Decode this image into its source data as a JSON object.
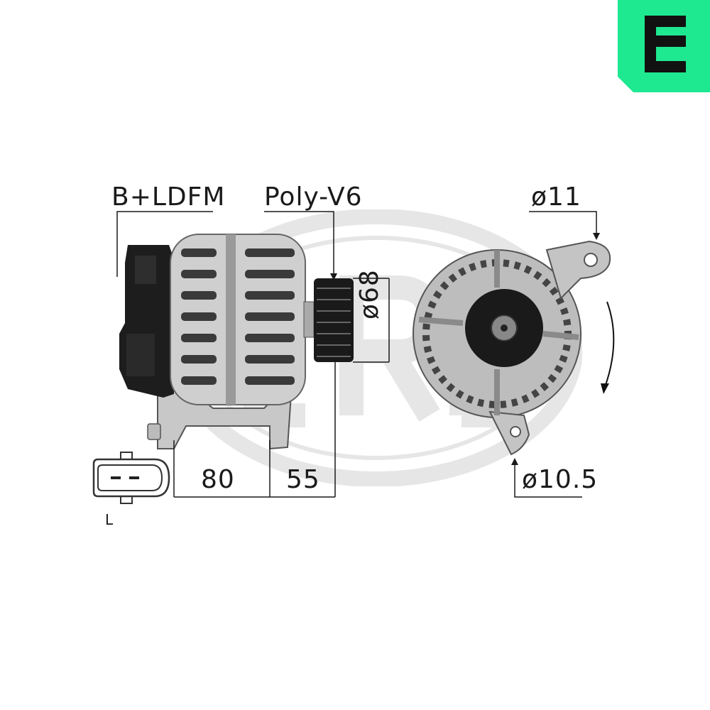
{
  "labels": {
    "connector_type": "B+LDFM",
    "pulley_type": "Poly-V6",
    "pulley_diameter": "ø68",
    "upper_hole_diameter": "ø11",
    "lower_hole_diameter": "ø10.5",
    "dim_left_to_mount": "80",
    "dim_mount_to_pulley": "55",
    "plug_terminal": "L"
  },
  "colors": {
    "brand_green": "#1ee890",
    "watermark_gray": "#e6e6e6",
    "line": "#1a1a1a"
  }
}
